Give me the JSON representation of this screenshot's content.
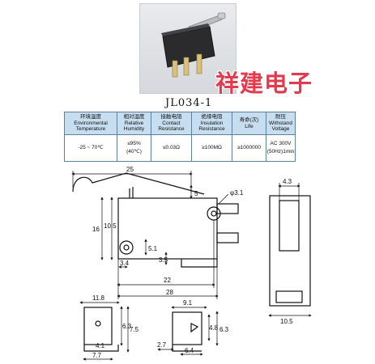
{
  "watermark": "祥建电子",
  "model": "JL034-1",
  "specs": {
    "headers": [
      [
        "环境温度",
        "Environmental",
        "Temperature"
      ],
      [
        "相对湿度",
        "Relative",
        "Humidity"
      ],
      [
        "接触电阻",
        "Contact",
        "Resistance"
      ],
      [
        "绝缘电阻",
        "Insulation",
        "Resistance"
      ],
      [
        "寿命(次)",
        "Life"
      ],
      [
        "耐压",
        "Withstand",
        "Voltage"
      ]
    ],
    "values": [
      [
        "-25 ~ 70℃"
      ],
      [
        "≤95%",
        "(40℃)"
      ],
      [
        "≤0.03Ω"
      ],
      [
        "≥100MΩ"
      ],
      [
        "≥1000000"
      ],
      [
        "AC 300V",
        "(50Hz)1min"
      ]
    ]
  },
  "dims": {
    "length": "25",
    "offset": "5",
    "hole": "φ3.1",
    "height": "16",
    "h2": "10.5",
    "h3": "5.1",
    "pin_offset": "3.4",
    "pin_h": "3.5",
    "w22": "22",
    "w28": "28",
    "side_top": "4.3",
    "side_w": "10.5",
    "t1_top": "11.8",
    "t1_h1": "6.3",
    "t1_h2": "7.5",
    "t1_mid": "4.1",
    "t1_bot": "7.7",
    "t2_top": "9.1",
    "t2_h1": "4.8",
    "t2_h2": "6.3",
    "t2_left": "2.7",
    "t2_bot": "6.4"
  }
}
